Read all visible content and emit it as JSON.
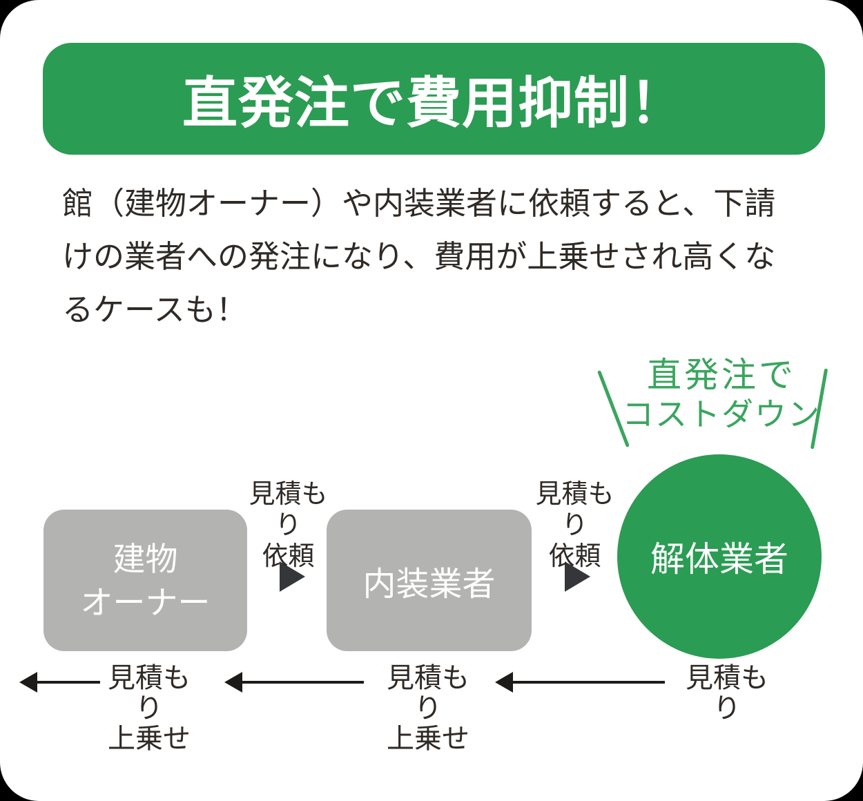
{
  "colors": {
    "brand_green": "#2b9c53",
    "callout_green": "#3aa55e",
    "box_gray": "#b3b3b1",
    "text_dark": "#2f2a26",
    "arrow_dark": "#35363a",
    "line_black": "#1d1b19"
  },
  "header": {
    "title": "直発注で費用抑制！"
  },
  "intro": {
    "lines": [
      "館（建物オーナー）や内装業者に依頼すると、下請",
      "けの業者への発注になり、費用が上乗せされ高くな",
      "るケースも！"
    ]
  },
  "callout": {
    "line1": "直発注で",
    "line2": "コストダウン"
  },
  "diagram": {
    "nodes": [
      {
        "id": "building-owner",
        "line1": "建物",
        "line2": "オーナー"
      },
      {
        "id": "interior-contractor",
        "label": "内装業者"
      },
      {
        "id": "demolition-contractor",
        "label": "解体業者"
      }
    ],
    "request_labels": [
      {
        "line1": "見積もり",
        "line2": "依頼"
      },
      {
        "line1": "見積もり",
        "line2": "依頼"
      }
    ],
    "return_labels": [
      {
        "line1": "見積もり",
        "line2": "上乗せ"
      },
      {
        "line1": "見積もり",
        "line2": "上乗せ"
      },
      {
        "line1": "見積もり"
      }
    ]
  }
}
